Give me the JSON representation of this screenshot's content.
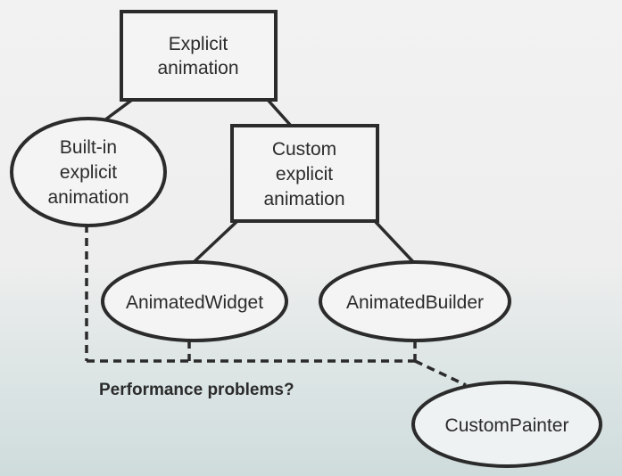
{
  "nodes": {
    "explicit_animation": {
      "lines": [
        "Explicit",
        "animation"
      ]
    },
    "builtin_explicit_animation": {
      "lines": [
        "Built-in",
        "explicit",
        "animation"
      ]
    },
    "custom_explicit_animation": {
      "lines": [
        "Custom",
        "explicit",
        "animation"
      ]
    },
    "animated_widget": {
      "lines": [
        "AnimatedWidget"
      ]
    },
    "animated_builder": {
      "lines": [
        "AnimatedBuilder"
      ]
    },
    "custom_painter": {
      "lines": [
        "CustomPainter"
      ]
    }
  },
  "annotation": "Performance problems?",
  "colors": {
    "stroke": "#2b2b2b",
    "text": "#2b2b2b",
    "fill": "#f4f4f4"
  }
}
